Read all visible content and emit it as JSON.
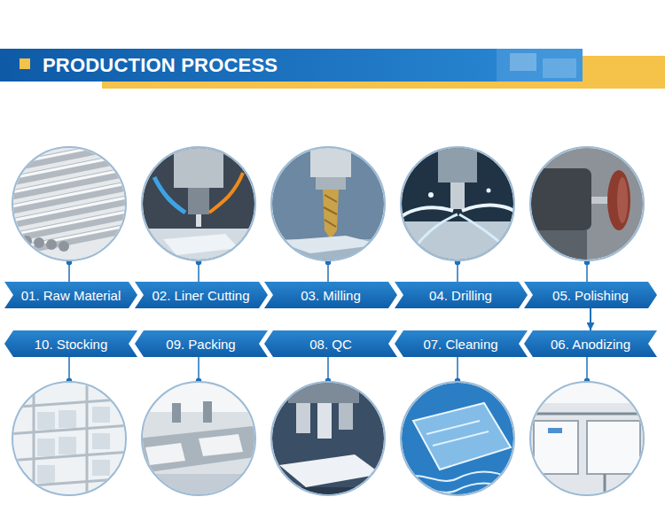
{
  "diagram": {
    "title": "PRODUCTION PROCESS",
    "nodes": [
      {
        "text": [
          "01. Raw Material"
        ]
      },
      {
        "text": [
          "02. Liner Cutting"
        ]
      },
      {
        "text": [
          "03. Milling"
        ]
      },
      {
        "text": [
          "04. Drilling"
        ]
      },
      {
        "text": [
          "05. Polishing"
        ]
      },
      {
        "text": [
          "06. Anodizing"
        ]
      },
      {
        "text": [
          "07. Cleaning"
        ]
      },
      {
        "text": [
          "08. QC"
        ]
      },
      {
        "text": [
          "09. Packing"
        ]
      },
      {
        "text": [
          "10. Stocking"
        ]
      }
    ],
    "edges": [
      {
        "from": 4,
        "to": 5,
        "arrow": "to"
      }
    ]
  }
}
